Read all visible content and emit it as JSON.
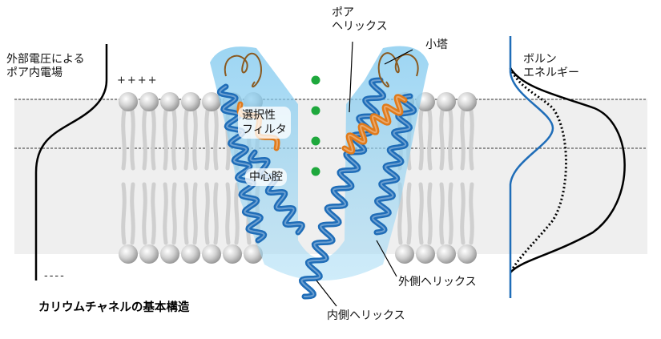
{
  "labels": {
    "membrane_potential": [
      "外部電圧による",
      "ポア内電場"
    ],
    "born_energy": [
      "ボルン",
      "エネルギー"
    ],
    "pore_helix": [
      "ポア",
      "ヘリックス"
    ],
    "turret": "小塔",
    "selectivity_filter": [
      "選択性",
      "フィルタ"
    ],
    "central_cavity": "中心腔",
    "outer_helix": "外側ヘリックス",
    "inner_helix": "内側ヘリックス",
    "plus_signs": "++++",
    "minus_signs": "----"
  },
  "caption": "カリウムチャネルの基本構造",
  "ion_count": 4,
  "colors": {
    "helix_blue": "#1f6db8",
    "pore_helix_orange": "#e07a1a",
    "ion_green": "#1ea83c",
    "membrane_gray": "#efefef",
    "lipid_head": "#c9c9c9",
    "channel_glow": "#8fd0f0",
    "blue_curve": "#1f6db8",
    "black_curve": "#000000"
  },
  "icons": [
    "lipid-bilayer-icon",
    "potassium-channel-icon",
    "k-ion-icon"
  ]
}
